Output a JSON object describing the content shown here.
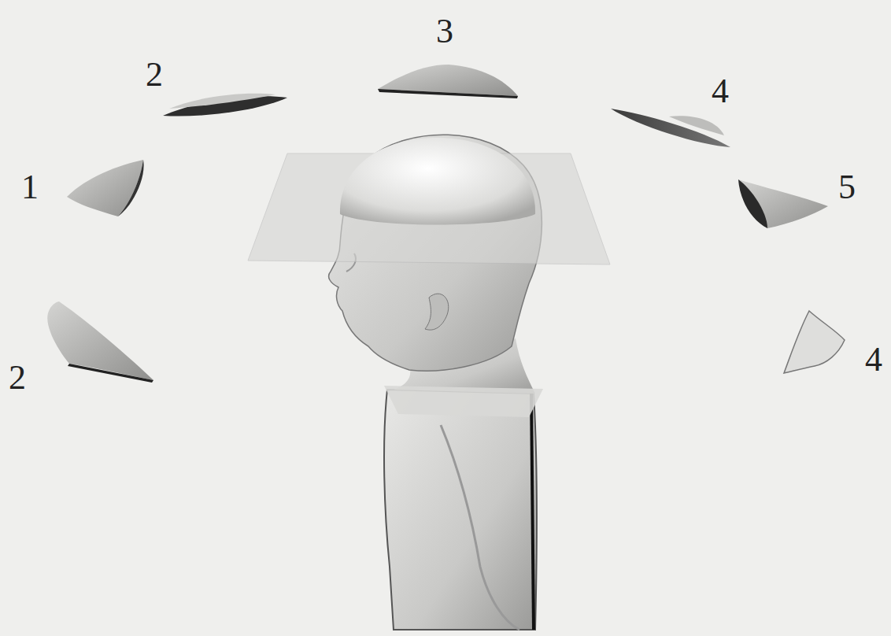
{
  "diagram": {
    "labels": [
      "3",
      "2",
      "4",
      "1",
      "5",
      "4",
      "2"
    ]
  }
}
